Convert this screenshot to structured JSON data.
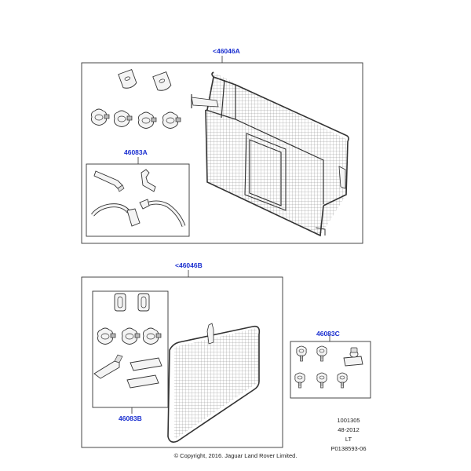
{
  "callouts": {
    "kit_a": "<46046A",
    "clips_a": "46083A",
    "kit_b": "<46046B",
    "clips_b": "46083B",
    "fasteners_c": "46083C"
  },
  "footer": {
    "ref_code": "1001305",
    "date_code": "48-2012",
    "author_code": "LT",
    "illustration_id": "P0138593-06",
    "copyright": "© Copyright, 2016. Jaguar Land Rover Limited."
  },
  "colors": {
    "callout": "#1a2fd0",
    "line": "#333333",
    "part_fill": "#f4f4f4"
  }
}
